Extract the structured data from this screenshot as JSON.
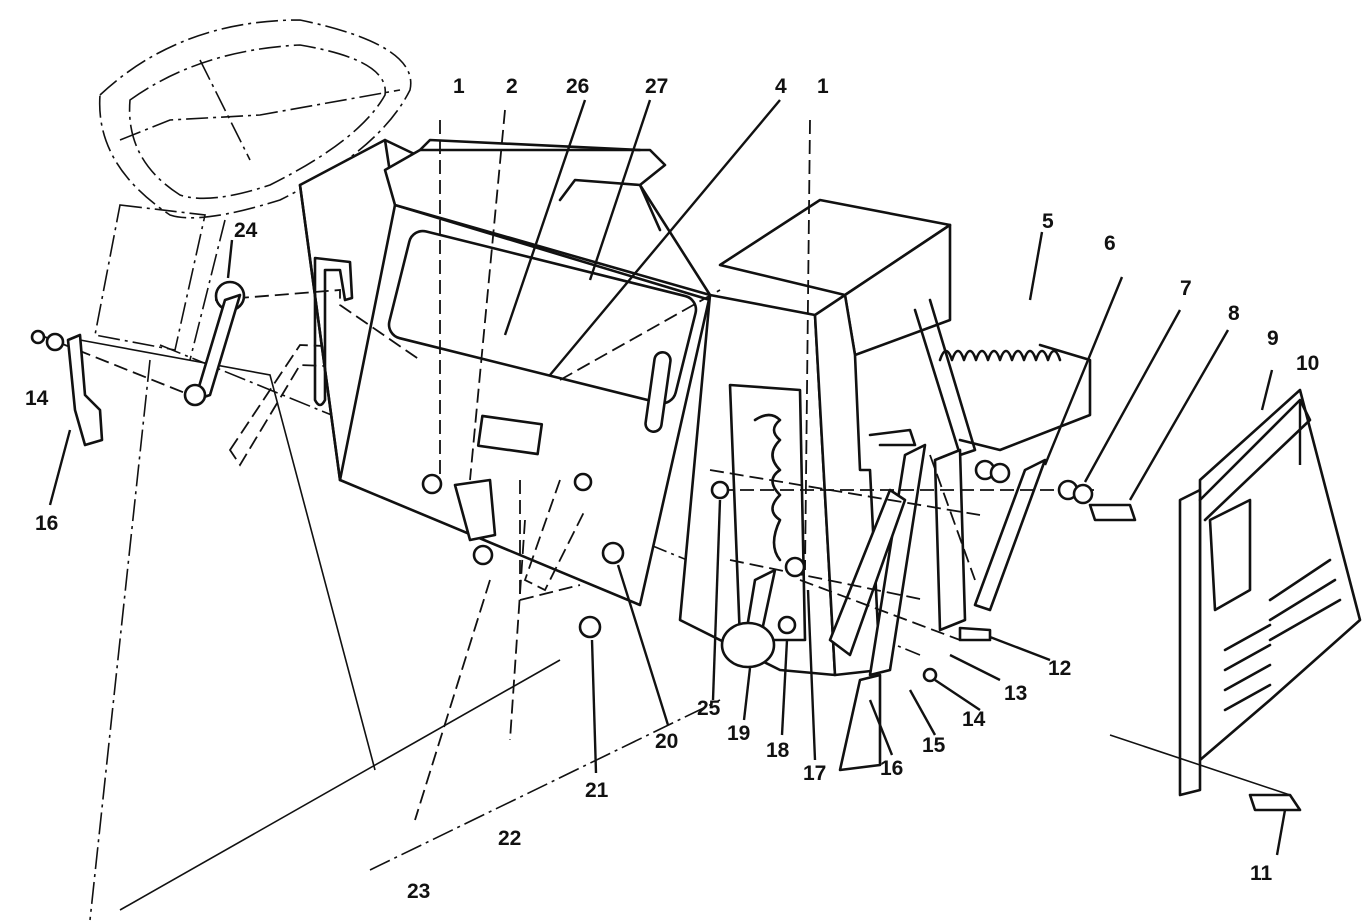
{
  "labels": [
    {
      "id": "c1a",
      "text": "1"
    },
    {
      "id": "c2",
      "text": "2"
    },
    {
      "id": "c26",
      "text": "26"
    },
    {
      "id": "c27",
      "text": "27"
    },
    {
      "id": "c4",
      "text": "4"
    },
    {
      "id": "c1b",
      "text": "1"
    },
    {
      "id": "c5",
      "text": "5"
    },
    {
      "id": "c6",
      "text": "6"
    },
    {
      "id": "c7",
      "text": "7"
    },
    {
      "id": "c8",
      "text": "8"
    },
    {
      "id": "c9",
      "text": "9"
    },
    {
      "id": "c10",
      "text": "10"
    },
    {
      "id": "c24",
      "text": "24"
    },
    {
      "id": "c14a",
      "text": "14"
    },
    {
      "id": "c16a",
      "text": "16"
    },
    {
      "id": "c12",
      "text": "12"
    },
    {
      "id": "c13",
      "text": "13"
    },
    {
      "id": "c14b",
      "text": "14"
    },
    {
      "id": "c15",
      "text": "15"
    },
    {
      "id": "c16b",
      "text": "16"
    },
    {
      "id": "c17",
      "text": "17"
    },
    {
      "id": "c18",
      "text": "18"
    },
    {
      "id": "c19",
      "text": "19"
    },
    {
      "id": "c25",
      "text": "25"
    },
    {
      "id": "c20",
      "text": "20"
    },
    {
      "id": "c21",
      "text": "21"
    },
    {
      "id": "c22",
      "text": "22"
    },
    {
      "id": "c23",
      "text": "23"
    },
    {
      "id": "c11",
      "text": "11"
    }
  ]
}
